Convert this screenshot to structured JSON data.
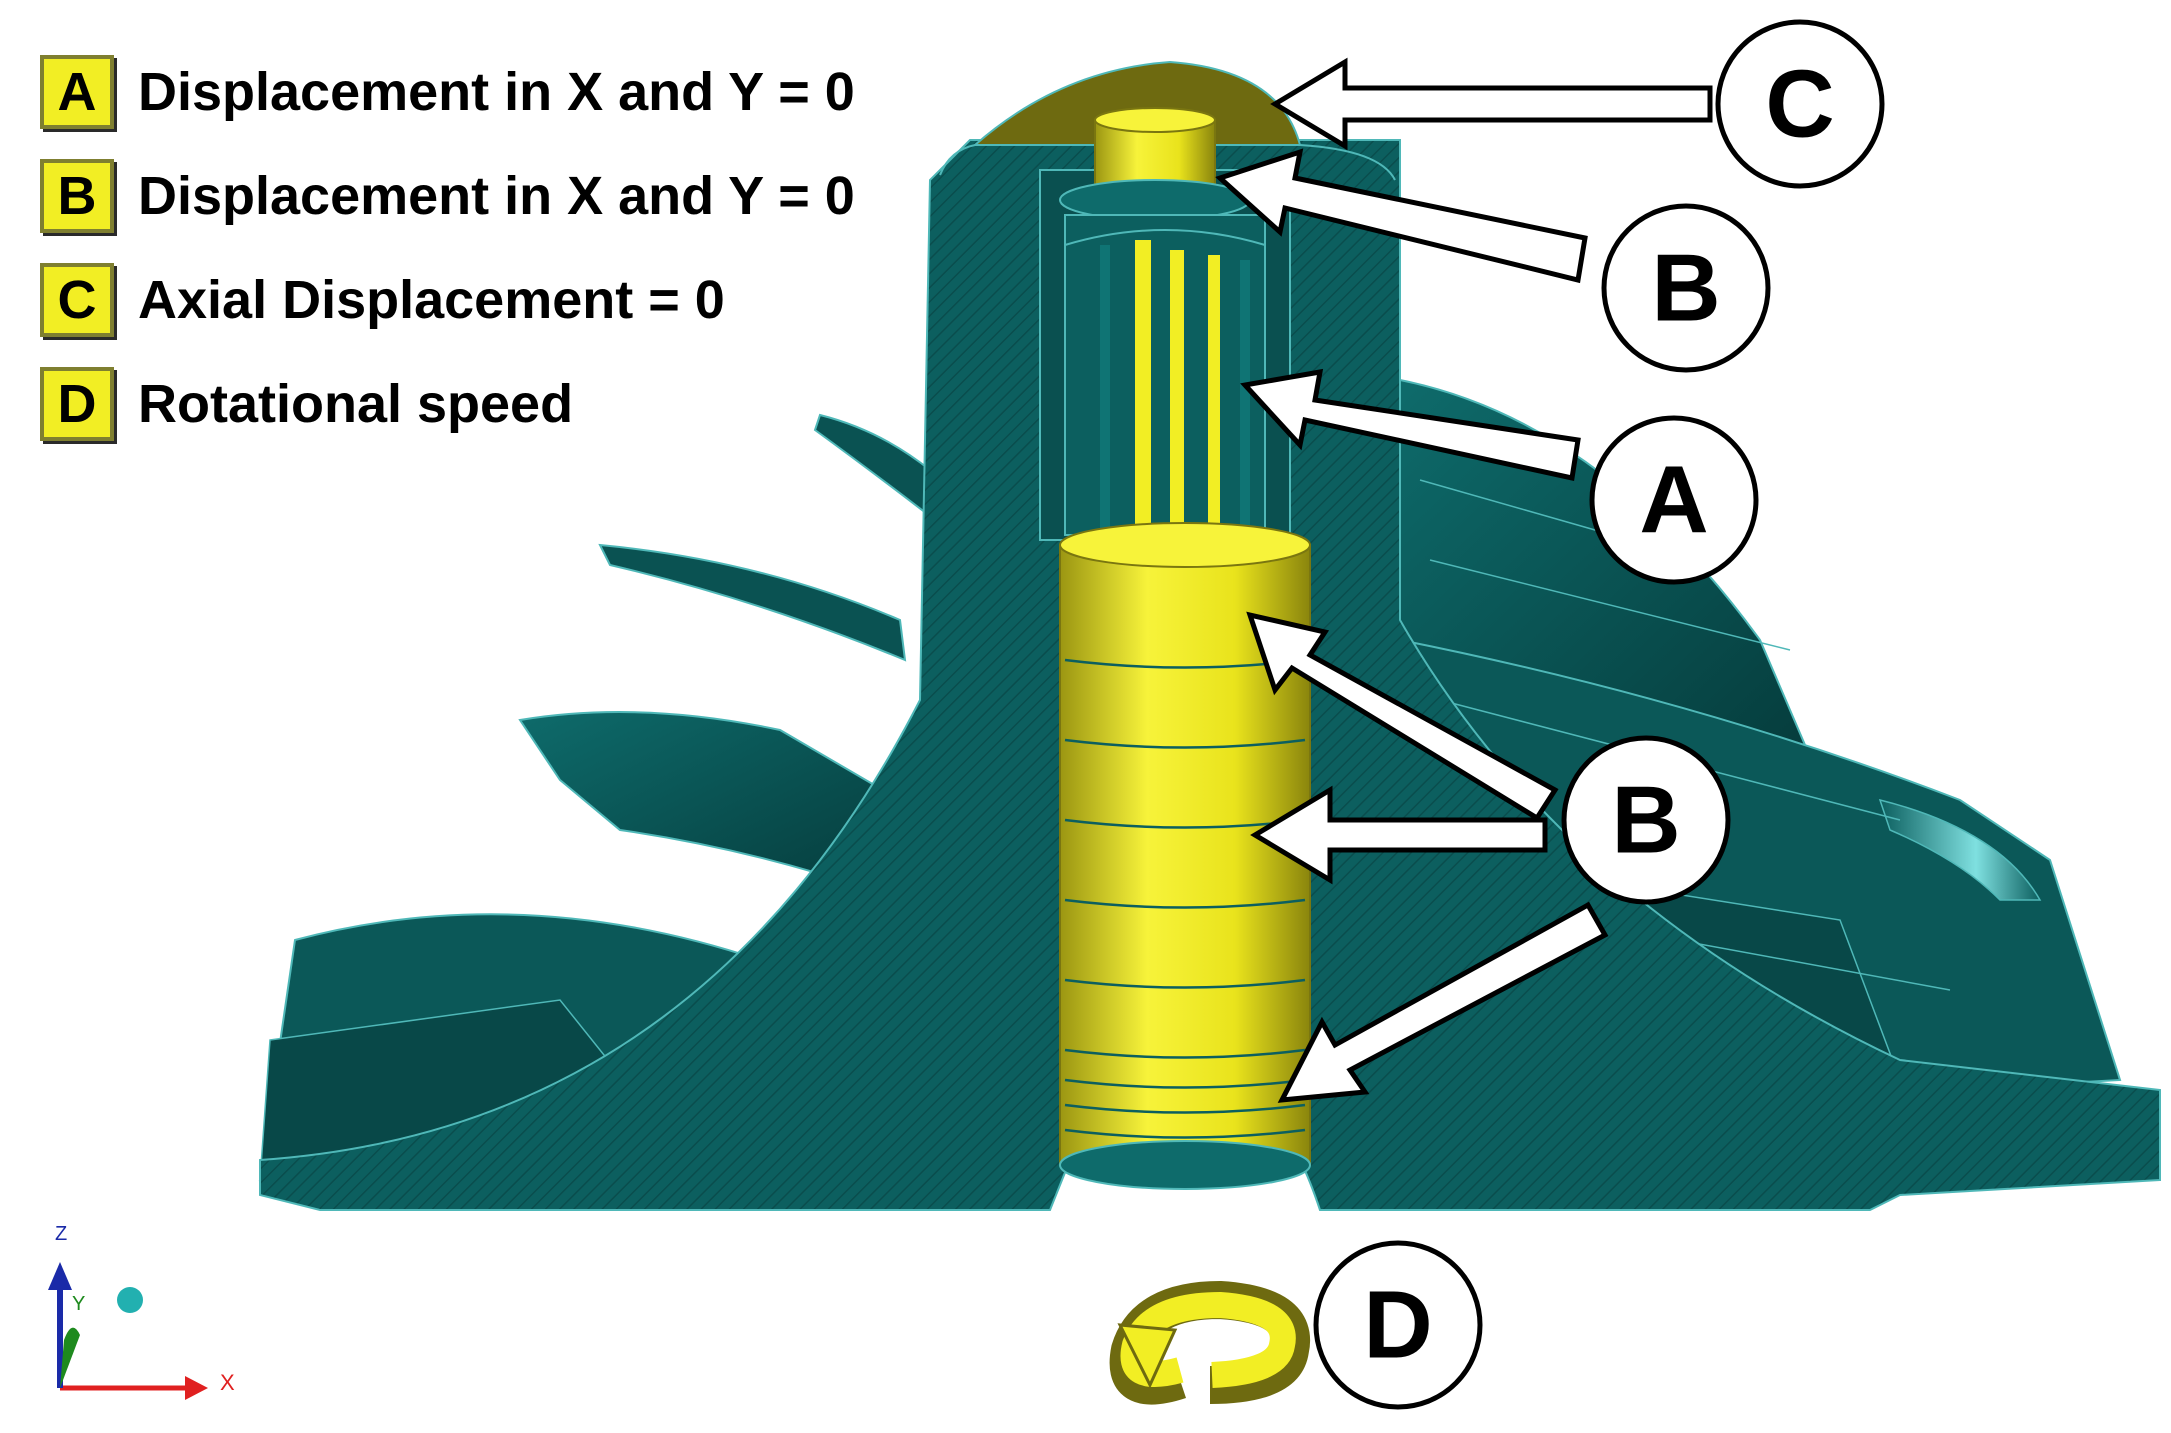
{
  "colors": {
    "body": "#0c5f5f",
    "body_dark": "#064343",
    "body_edge": "#4fb8b8",
    "constraint": "#f2ee24",
    "constraint_dark": "#8f8a10",
    "label_ring": "#000000",
    "arrow_fill": "#ffffff",
    "axis_x": "#e02020",
    "axis_y": "#1e8a1e",
    "axis_z": "#1a2aa8",
    "axis_point": "#22b0b0"
  },
  "legend": {
    "items": [
      {
        "key": "A",
        "text": "Displacement in X and Y = 0"
      },
      {
        "key": "B",
        "text": "Displacement in X and Y = 0"
      },
      {
        "key": "C",
        "text": "Axial Displacement = 0"
      },
      {
        "key": "D",
        "text": "Rotational speed"
      }
    ]
  },
  "callouts": {
    "c_top": "C",
    "b_upper": "B",
    "a_mid": "A",
    "b_lower": "B",
    "d_bottom": "D"
  },
  "axes": {
    "x": "X",
    "y": "Y",
    "z": "Z"
  },
  "icons": {
    "rotation": "rotation-arrow-icon",
    "triad": "axis-triad-icon"
  }
}
